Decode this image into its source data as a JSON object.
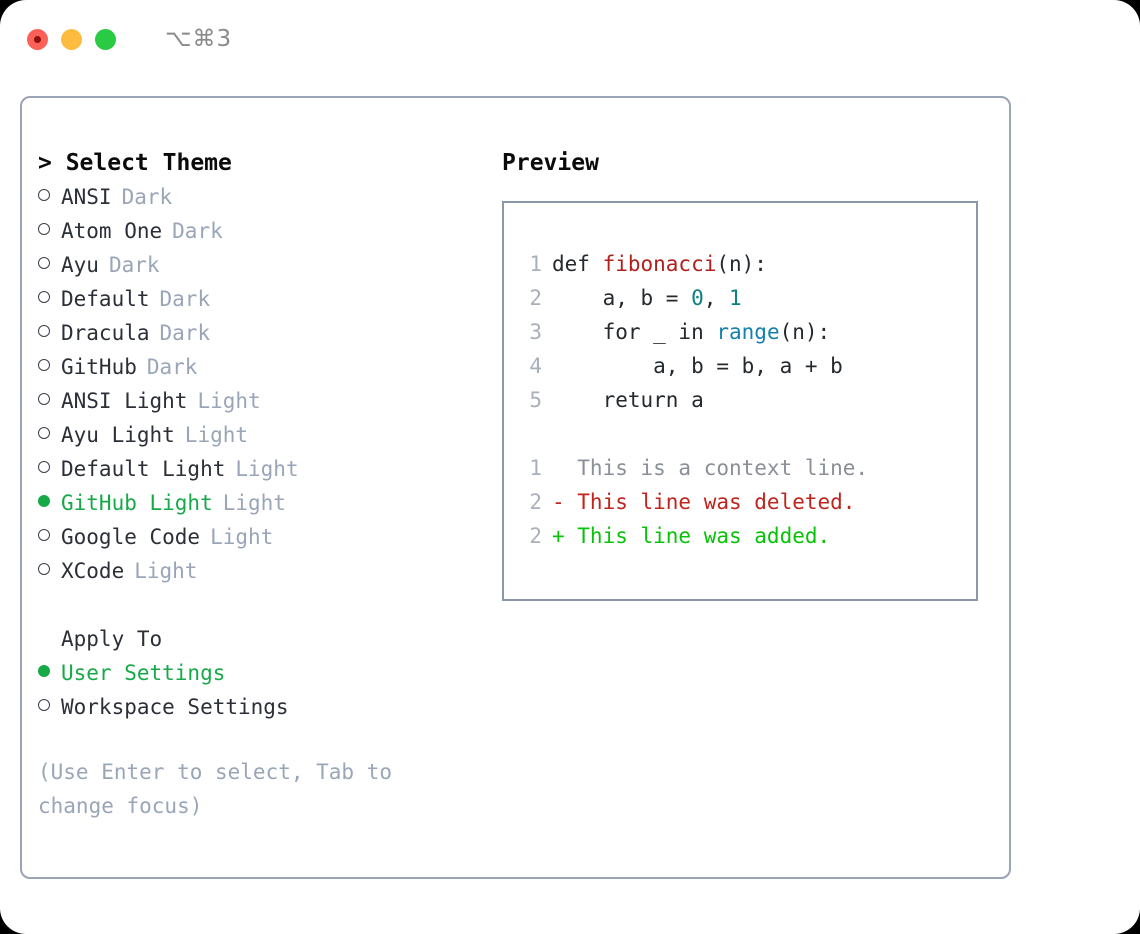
{
  "window": {
    "shortcut": "⌥⌘3",
    "traffic_lights": [
      "close-light",
      "minimize-light",
      "zoom-light"
    ]
  },
  "theme_picker": {
    "header": "> Select Theme",
    "items": [
      {
        "label": "ANSI",
        "badge": "Dark",
        "selected": false
      },
      {
        "label": "Atom One",
        "badge": "Dark",
        "selected": false
      },
      {
        "label": "Ayu",
        "badge": "Dark",
        "selected": false
      },
      {
        "label": "Default",
        "badge": "Dark",
        "selected": false
      },
      {
        "label": "Dracula",
        "badge": "Dark",
        "selected": false
      },
      {
        "label": "GitHub",
        "badge": "Dark",
        "selected": false
      },
      {
        "label": "ANSI Light",
        "badge": "Light",
        "selected": false
      },
      {
        "label": "Ayu Light",
        "badge": "Light",
        "selected": false
      },
      {
        "label": "Default Light",
        "badge": "Light",
        "selected": false
      },
      {
        "label": "GitHub Light",
        "badge": "Light",
        "selected": true
      },
      {
        "label": "Google Code",
        "badge": "Light",
        "selected": false
      },
      {
        "label": "XCode",
        "badge": "Light",
        "selected": false
      }
    ]
  },
  "apply_to": {
    "header": "Apply To",
    "items": [
      {
        "label": "User Settings",
        "selected": true
      },
      {
        "label": "Workspace Settings",
        "selected": false
      }
    ]
  },
  "hint": "(Use Enter to select, Tab to change focus)",
  "preview": {
    "title": "Preview",
    "code_lines": [
      {
        "no": "1",
        "tokens": [
          {
            "t": "def ",
            "cls": "tok-plain"
          },
          {
            "t": "fibonacci",
            "cls": "tok-fn"
          },
          {
            "t": "(n):",
            "cls": "tok-plain"
          }
        ]
      },
      {
        "no": "2",
        "tokens": [
          {
            "t": "    a, b = ",
            "cls": "tok-plain"
          },
          {
            "t": "0",
            "cls": "tok-num"
          },
          {
            "t": ", ",
            "cls": "tok-plain"
          },
          {
            "t": "1",
            "cls": "tok-num"
          }
        ]
      },
      {
        "no": "3",
        "tokens": [
          {
            "t": "    for _ in ",
            "cls": "tok-plain"
          },
          {
            "t": "range",
            "cls": "tok-builtin"
          },
          {
            "t": "(n):",
            "cls": "tok-plain"
          }
        ]
      },
      {
        "no": "4",
        "tokens": [
          {
            "t": "        a, b = b, a + b",
            "cls": "tok-plain"
          }
        ]
      },
      {
        "no": "5",
        "tokens": [
          {
            "t": "    return a",
            "cls": "tok-plain"
          }
        ]
      }
    ],
    "diff_lines": [
      {
        "no": "1",
        "marker": "  ",
        "text": "This is a context line.",
        "kind": "diff-context"
      },
      {
        "no": "2",
        "marker": "- ",
        "text": "This line was deleted.",
        "kind": "diff-del"
      },
      {
        "no": "2",
        "marker": "+ ",
        "text": "This line was added.",
        "kind": "diff-add"
      }
    ]
  },
  "colors": {
    "accent_green": "#17a948",
    "badge_gray": "#9aa5b8",
    "panel_border": "#9aa4b5",
    "preview_border": "#8a97ab",
    "diff_add": "#07c207",
    "diff_del": "#c0241e",
    "token_function": "#b0201c",
    "token_number": "#0e8080",
    "token_builtin": "#1380ad"
  }
}
